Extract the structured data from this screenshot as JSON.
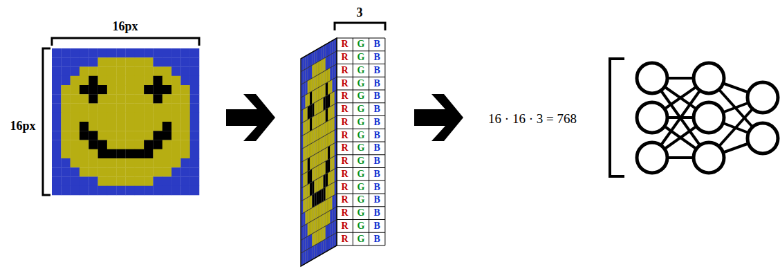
{
  "diagram": {
    "labels": [
      "16px",
      "16px",
      "3",
      "R",
      "G",
      "B",
      "R",
      "G",
      "B",
      "R",
      "G",
      "B",
      "R",
      "G",
      "B",
      "R",
      "G",
      "B",
      "R",
      "G",
      "B",
      "R",
      "G",
      "B",
      "R",
      "G",
      "B",
      "R",
      "G",
      "B",
      "R",
      "G",
      "B",
      "R",
      "G",
      "B",
      "R",
      "G",
      "B",
      "R",
      "G",
      "B",
      "R",
      "G",
      "B",
      "R",
      "G",
      "B",
      "R",
      "G",
      "B",
      "16 · 16 · 3 = 768"
    ]
  }
}
